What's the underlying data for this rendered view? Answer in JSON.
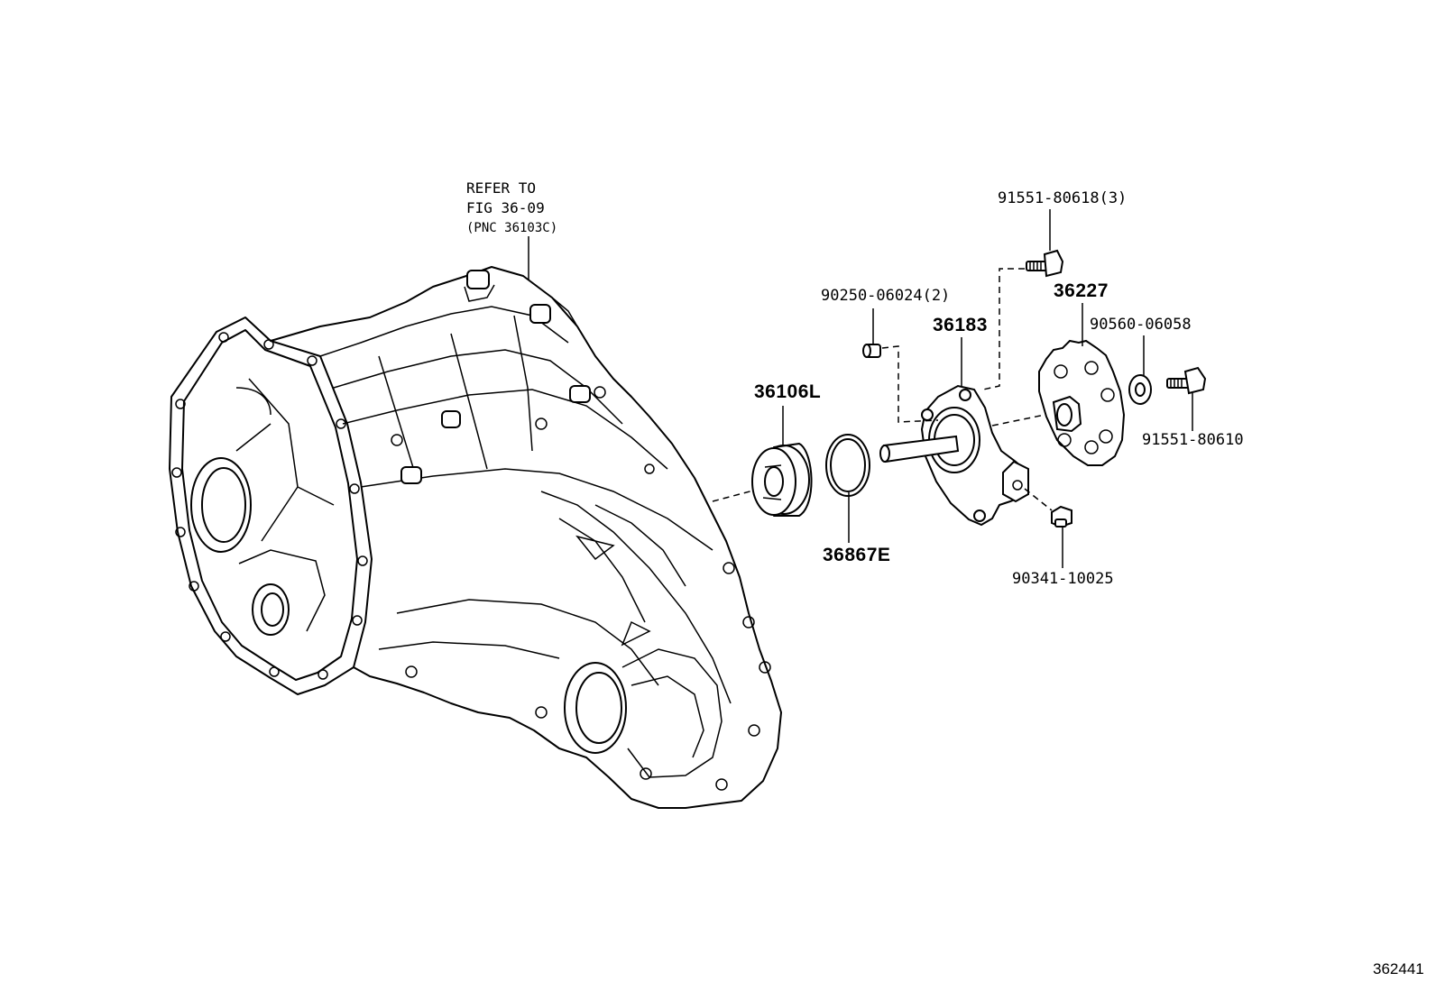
{
  "diagram": {
    "figure_number": "362441",
    "reference_note": [
      "REFER TO",
      "FIG 36-09",
      "(PNC 36103C)"
    ],
    "parts": [
      {
        "id": "p36106L",
        "number": "36106L"
      },
      {
        "id": "p36867E",
        "number": "36867E"
      },
      {
        "id": "p36183",
        "number": "36183"
      },
      {
        "id": "p36227",
        "number": "36227"
      },
      {
        "id": "p90250",
        "number": "90250-06024(2)"
      },
      {
        "id": "p91551a",
        "number": "91551-80618(3)"
      },
      {
        "id": "p90560",
        "number": "90560-06058"
      },
      {
        "id": "p91551b",
        "number": "91551-80610"
      },
      {
        "id": "p90341",
        "number": "90341-10025"
      }
    ]
  }
}
